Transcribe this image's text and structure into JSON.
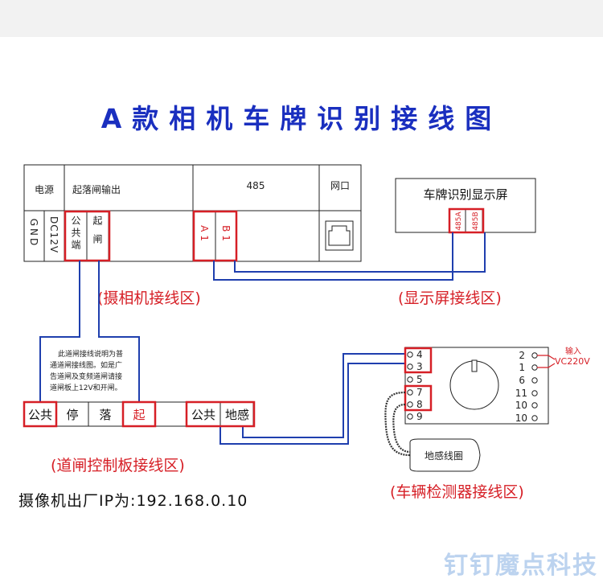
{
  "title": "A款相机车牌识别接线图",
  "camera": {
    "power": "电源",
    "gate_out": "起落闸输出",
    "rs485": "485",
    "net": "网口",
    "gnd": "GND",
    "dc12v": "DC12V",
    "common": "公共端",
    "lift": "起闸",
    "a1": "A1",
    "b1": "B1",
    "zone": "(摄相机接线区)"
  },
  "display": {
    "title": "车牌识别显示屏",
    "a485": "485A",
    "b485": "485B",
    "zone": "(显示屏接线区)"
  },
  "gate": {
    "note": [
      "此道闸接线说明为普",
      "通道闸接线图。如是广",
      "告道闸及变频道闸请接",
      "道闸板上12V和开闸。"
    ],
    "cells": [
      "公共",
      "停",
      "落",
      "起"
    ],
    "loop_cells": [
      "公共",
      "地感"
    ],
    "zone": "(道闸控制板接线区)"
  },
  "detector": {
    "left": [
      "4",
      "3",
      "5",
      "7",
      "8",
      "9"
    ],
    "right": [
      "2",
      "1",
      "6",
      "11",
      "10",
      "10"
    ],
    "power_label": "输入",
    "power_voltage": "VC220V",
    "loop": "地感线圈",
    "zone": "(车辆检测器接线区)"
  },
  "ip": "摄像机出厂IP为:192.168.0.10",
  "brand": "钉钉魔点科技",
  "colors": {
    "wire": "#1f3fae",
    "highlight": "#d61f26",
    "title": "#1a2fbf"
  }
}
